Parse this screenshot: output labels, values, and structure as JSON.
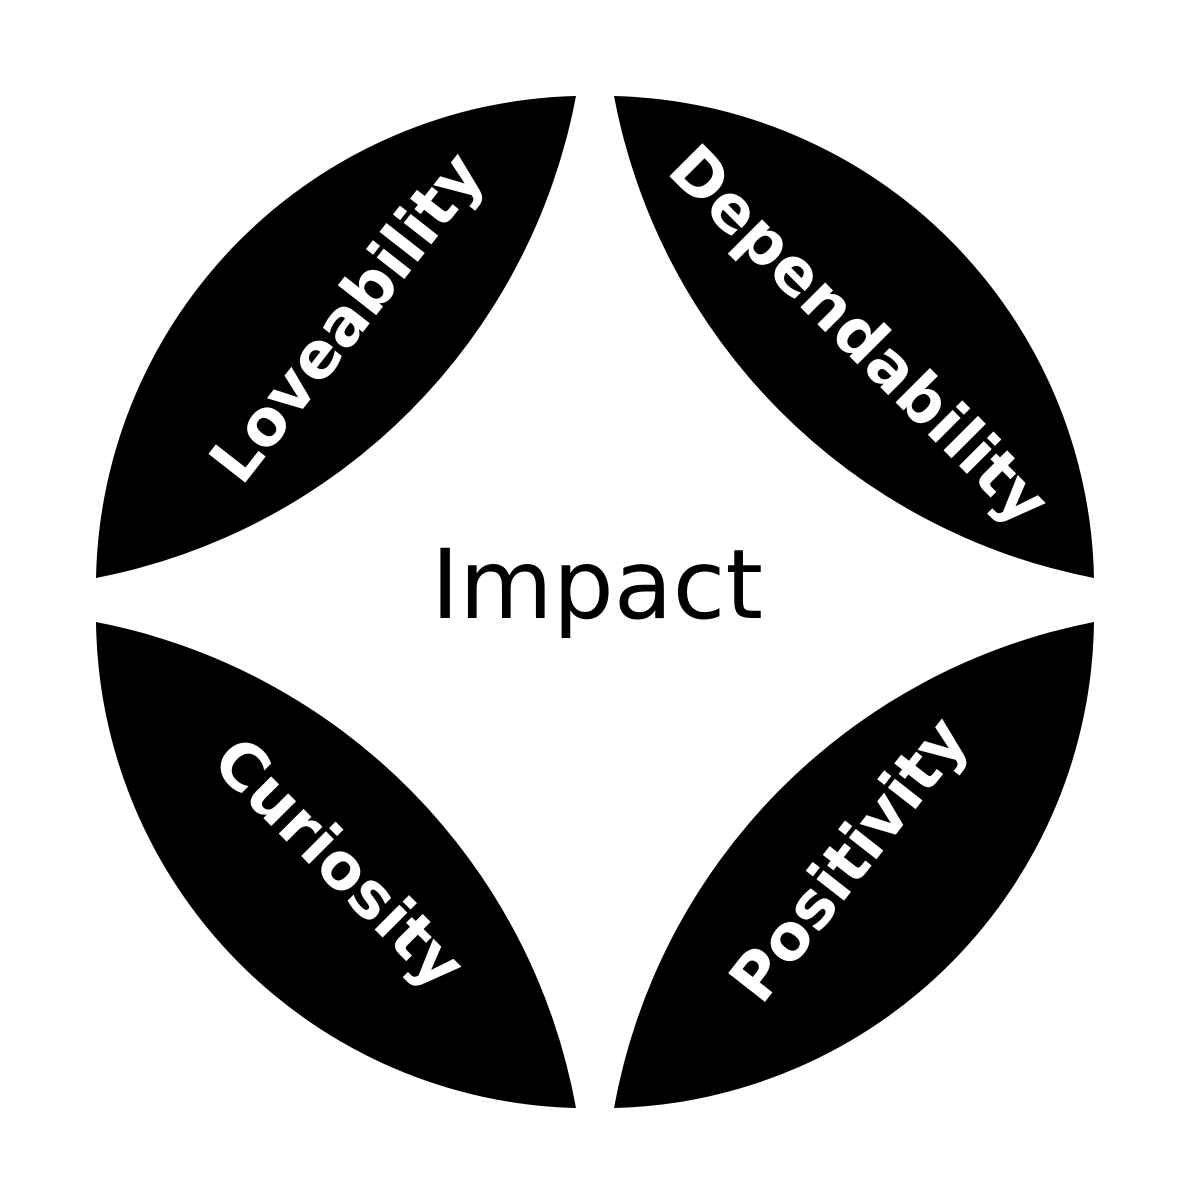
{
  "diagram": {
    "center_label": "Impact",
    "petals": [
      {
        "label": "Loveability"
      },
      {
        "label": "Dependability"
      },
      {
        "label": "Curiosity"
      },
      {
        "label": "Positivity"
      }
    ],
    "colors": {
      "petal_fill": "#000000",
      "petal_text": "#ffffff",
      "center_text": "#000000",
      "background": "#ffffff"
    }
  }
}
